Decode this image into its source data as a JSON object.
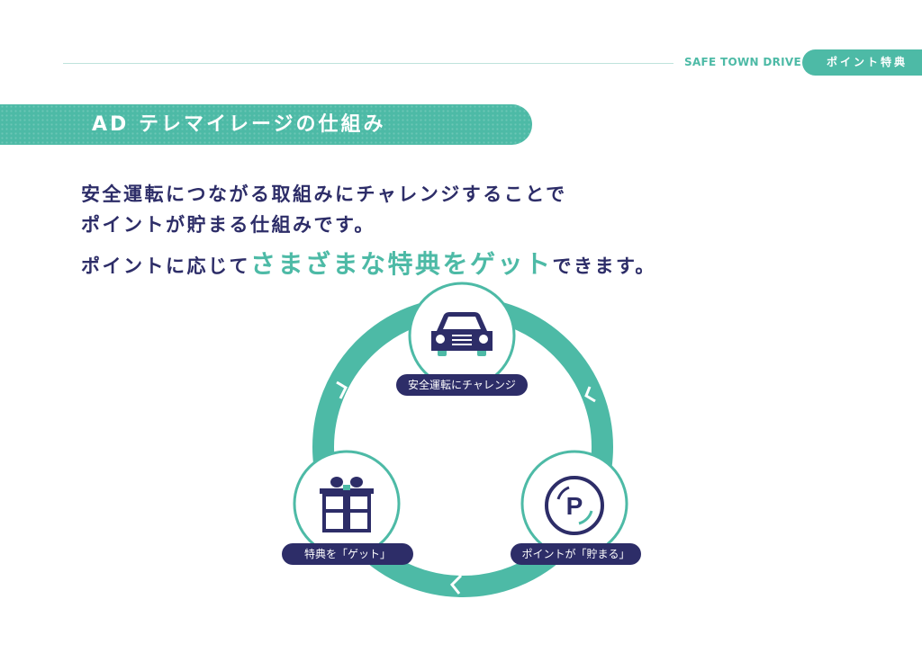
{
  "header": {
    "brand": "SAFE TOWN DRIVE",
    "section_tab": "ポイント特典"
  },
  "banner": {
    "title": "AD テレマイレージの仕組み"
  },
  "lead": {
    "line1": "安全運転につながる取組みにチャレンジすることで",
    "line2": "ポイントが貯まる仕組みです。",
    "line3_pre": "ポイントに応じて",
    "line3_highlight": "さまざまな特典をゲット",
    "line3_post": "できます。"
  },
  "cycle": {
    "steps": [
      {
        "label": "安全運転にチャレンジ",
        "icon": "car-icon"
      },
      {
        "label": "ポイントが「貯まる」",
        "icon": "point-p-icon"
      },
      {
        "label": "特典を「ゲット」",
        "icon": "gift-icon"
      }
    ]
  },
  "colors": {
    "teal": "#4dbaa6",
    "navy": "#2d2d68"
  }
}
